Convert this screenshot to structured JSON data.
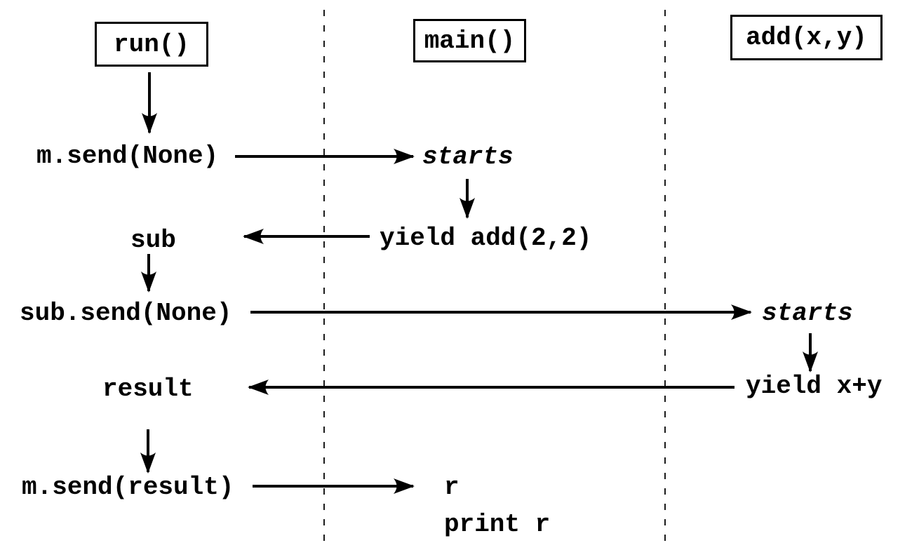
{
  "diagram": {
    "boxes": [
      {
        "id": "run",
        "label": "run()"
      },
      {
        "id": "main",
        "label": "main()"
      },
      {
        "id": "add",
        "label": "add(x,y)"
      }
    ],
    "labels": {
      "m_send_none": "m.send(None)",
      "starts_main": "starts",
      "sub": "sub",
      "yield_add": "yield add(2,2)",
      "sub_send_none": "sub.send(None)",
      "starts_add": "starts",
      "result": "result",
      "yield_xy": "yield x+y",
      "m_send_result": "m.send(result)",
      "r": "r",
      "print_r": "print r"
    },
    "colors": {
      "ink": "#000000",
      "background": "#ffffff"
    }
  }
}
